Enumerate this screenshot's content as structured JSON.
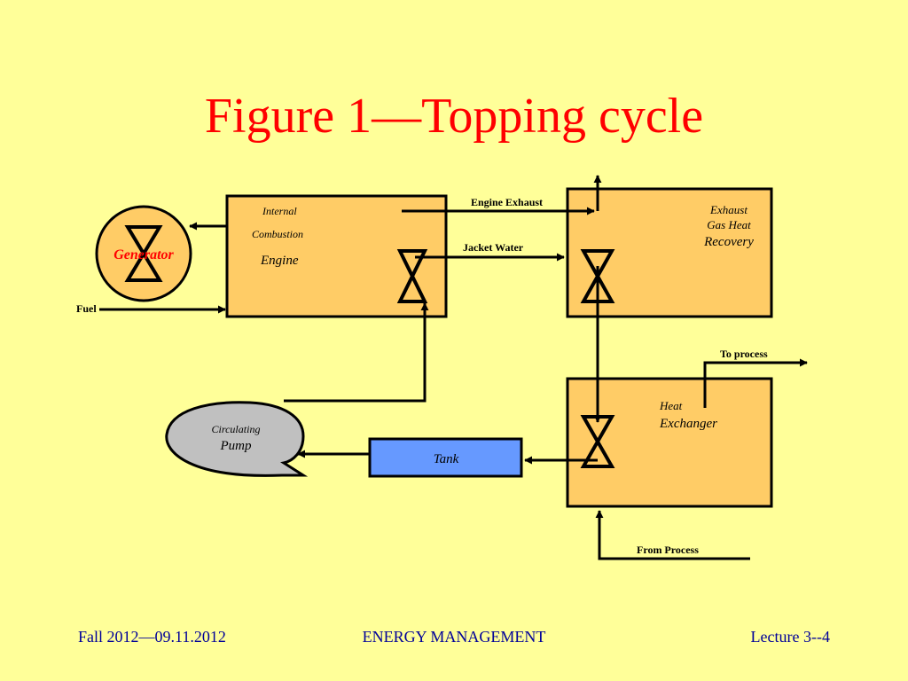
{
  "slide": {
    "title": "Figure 1—Topping cycle",
    "footer": {
      "left": "Fall 2012—09.11.2012",
      "center": "ENERGY MANAGEMENT",
      "right": "Lecture 3--4"
    }
  },
  "diagram": {
    "generator": {
      "label": "Generator",
      "fill": "#FFCC66",
      "text_color": "#FF0000"
    },
    "engine": {
      "line1": "Internal",
      "line2": "Combustion",
      "line3": "Engine",
      "fill": "#FFCC66"
    },
    "recovery": {
      "line1": "Exhaust",
      "line2": "Gas Heat",
      "line3": "Recovery",
      "fill": "#FFCC66"
    },
    "exchanger": {
      "line1": "Heat",
      "line2": "Exchanger",
      "fill": "#FFCC66"
    },
    "pump": {
      "line1": "Circulating",
      "line2": "Pump",
      "fill": "#C0C0C0"
    },
    "tank": {
      "label": "Tank",
      "fill": "#6699FF"
    },
    "flows": {
      "fuel": "Fuel",
      "engine_exhaust": "Engine Exhaust",
      "jacket_water": "Jacket Water",
      "to_process": "To process",
      "from_process": "From Process"
    }
  },
  "colors": {
    "background": "#FFFF99",
    "title": "#FF0000",
    "footer": "#000099"
  }
}
